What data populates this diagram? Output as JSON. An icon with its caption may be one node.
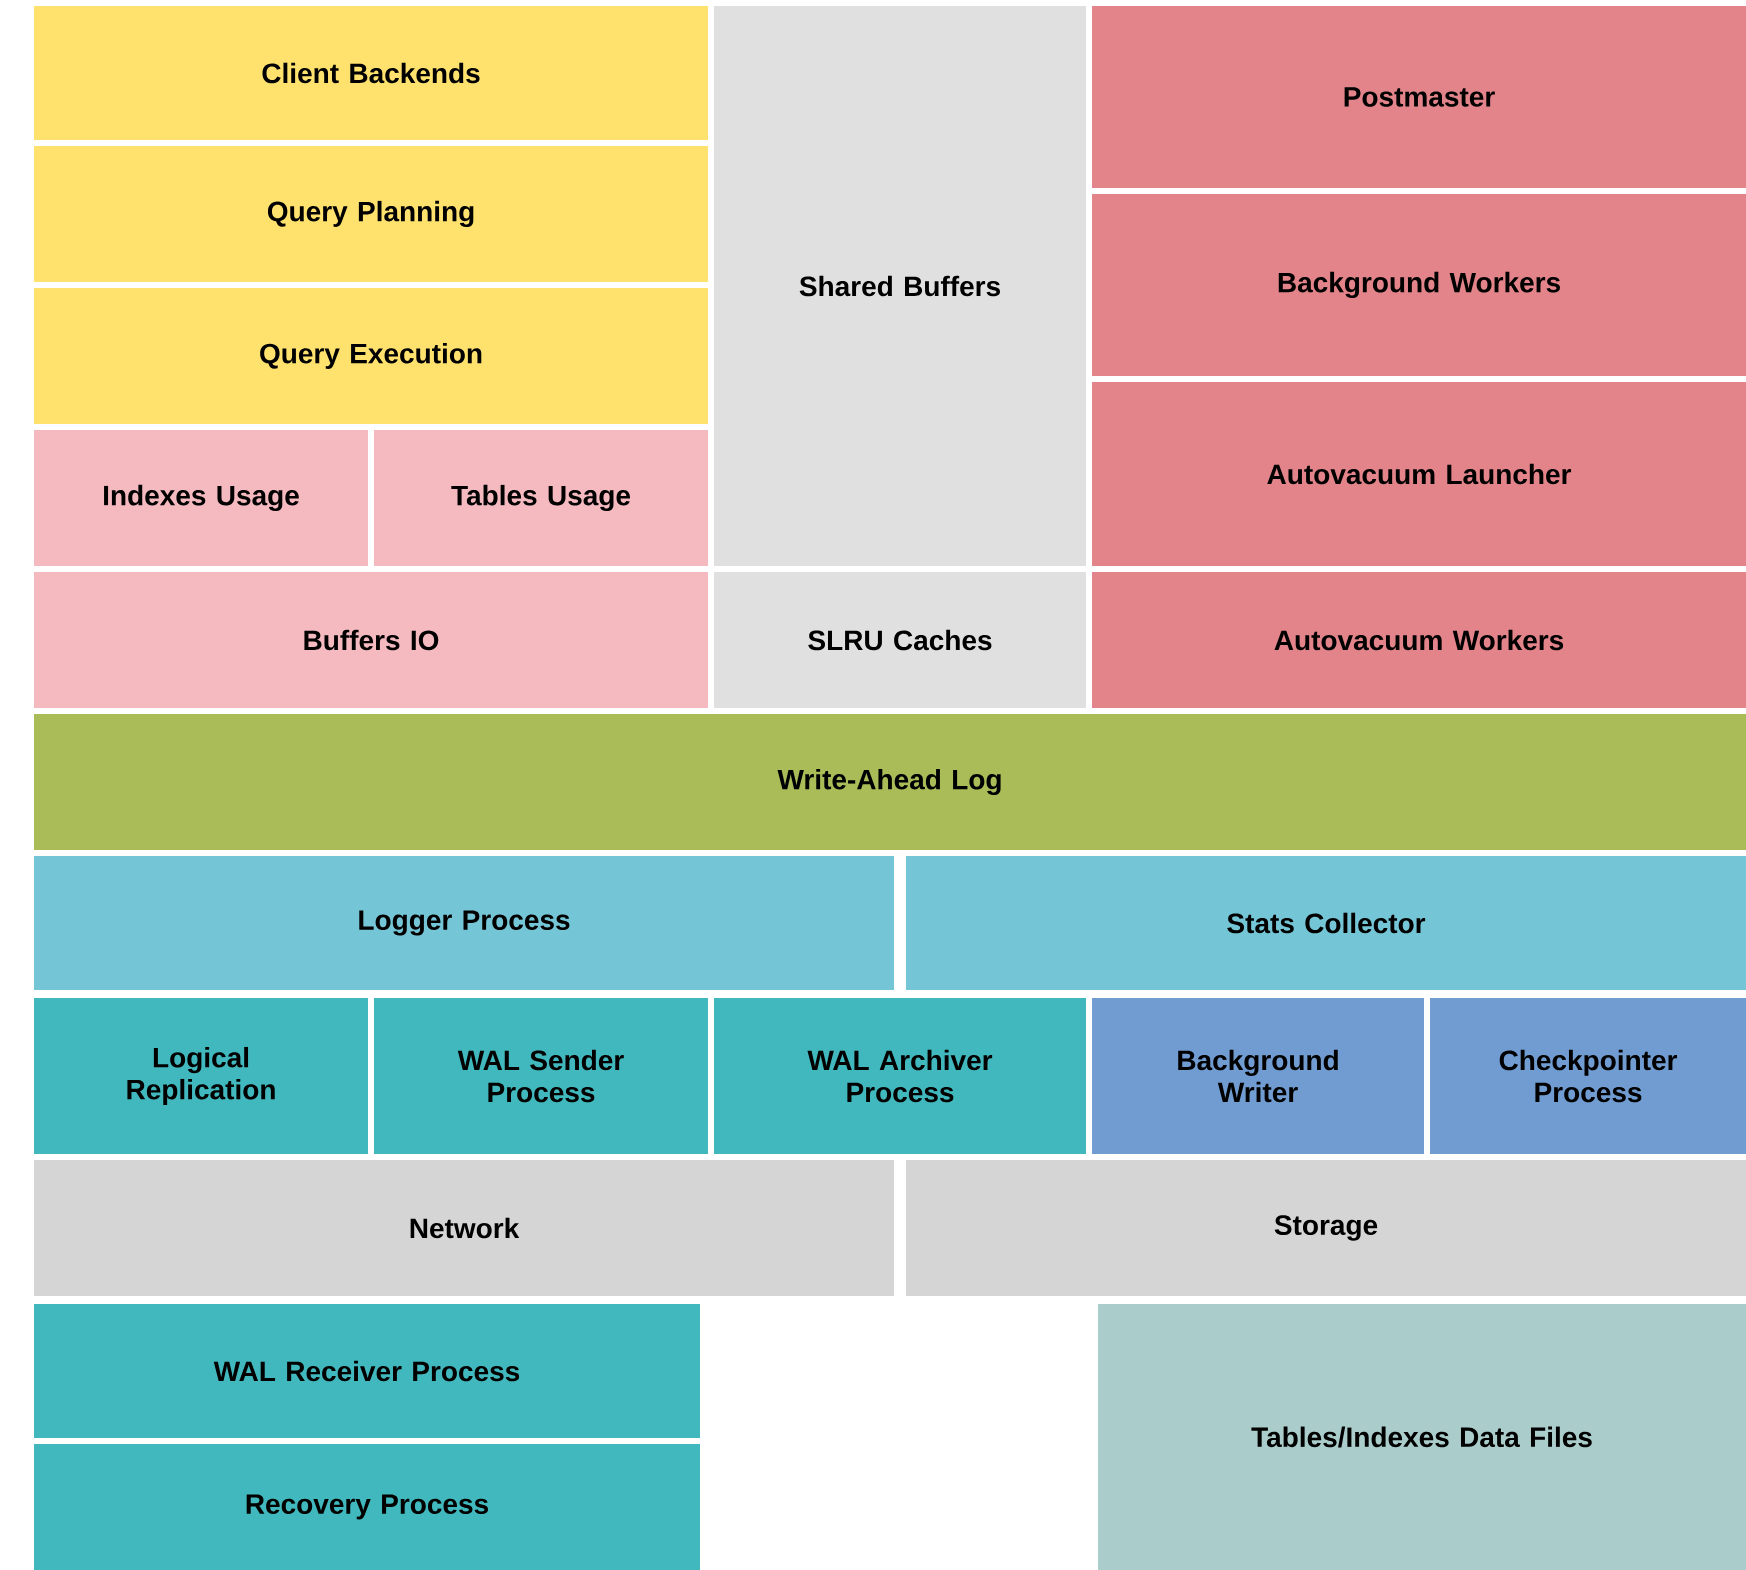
{
  "diagram": {
    "nodes": [
      {
        "text": [
          "Client Backends"
        ]
      },
      {
        "text": [
          "Query Planning"
        ]
      },
      {
        "text": [
          "Query Execution"
        ]
      },
      {
        "text": [
          "Shared Buffers"
        ]
      },
      {
        "text": [
          "Postmaster"
        ]
      },
      {
        "text": [
          "Background Workers"
        ]
      },
      {
        "text": [
          "Autovacuum Launcher"
        ]
      },
      {
        "text": [
          "Indexes Usage"
        ]
      },
      {
        "text": [
          "Tables Usage"
        ]
      },
      {
        "text": [
          "Buffers IO"
        ]
      },
      {
        "text": [
          "SLRU Caches"
        ]
      },
      {
        "text": [
          "Autovacuum Workers"
        ]
      },
      {
        "text": [
          "Write-Ahead Log"
        ]
      },
      {
        "text": [
          "Logger Process"
        ]
      },
      {
        "text": [
          "Stats Collector"
        ]
      },
      {
        "text": [
          "Logical Replication"
        ]
      },
      {
        "text": [
          "WAL Sender Process"
        ]
      },
      {
        "text": [
          "WAL Archiver Process"
        ]
      },
      {
        "text": [
          "Background Writer"
        ]
      },
      {
        "text": [
          "Checkpointer Process"
        ]
      },
      {
        "text": [
          "Network"
        ]
      },
      {
        "text": [
          "Storage"
        ]
      },
      {
        "text": [
          "WAL Receiver Process"
        ]
      },
      {
        "text": [
          "Tables/Indexes Data Files"
        ]
      },
      {
        "text": [
          "Recovery Process"
        ]
      }
    ]
  }
}
